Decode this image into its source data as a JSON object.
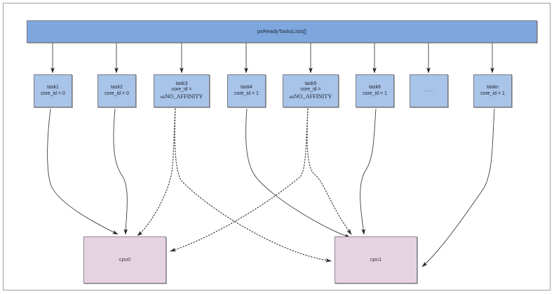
{
  "diagram": {
    "title_bar": {
      "label": "pxReadyTasksLists[]"
    },
    "tasks": [
      {
        "name": "task1",
        "attr_label": "core_id = 0",
        "attr_prefix": "",
        "attr_value": "",
        "kind": "task"
      },
      {
        "name": "task2",
        "attr_label": "core_id = 0",
        "attr_prefix": "",
        "attr_value": "",
        "kind": "task"
      },
      {
        "name": "task3",
        "attr_label": "core_id =",
        "attr_prefix": "tsk",
        "attr_value": "NO_AFFINITY",
        "kind": "task-noaffinity"
      },
      {
        "name": "task4",
        "attr_label": "core_id = 1",
        "attr_prefix": "",
        "attr_value": "",
        "kind": "task"
      },
      {
        "name": "task5",
        "attr_label": "core_id =",
        "attr_prefix": "tsk",
        "attr_value": "NO_AFFINITY",
        "kind": "task-noaffinity"
      },
      {
        "name": "task6",
        "attr_label": "core_id = 1",
        "attr_prefix": "",
        "attr_value": "",
        "kind": "task"
      },
      {
        "name": "......",
        "attr_label": "",
        "attr_prefix": "",
        "attr_value": "",
        "kind": "ellipsis"
      },
      {
        "name": "taskn",
        "attr_label": "core_id = 1",
        "attr_prefix": "",
        "attr_value": "",
        "kind": "task"
      }
    ],
    "cpus": [
      {
        "label": "cpu0"
      },
      {
        "label": "cpu1"
      }
    ],
    "colors": {
      "header_fill": "#7da7dd",
      "task_fill": "#a8c4e8",
      "cpu_fill": "#e6d3e2",
      "node_stroke": "#7a7a85",
      "edge_stroke": "#3d3d48",
      "frame_stroke": "#9aa0a6",
      "page_background": "#ffffff"
    }
  }
}
